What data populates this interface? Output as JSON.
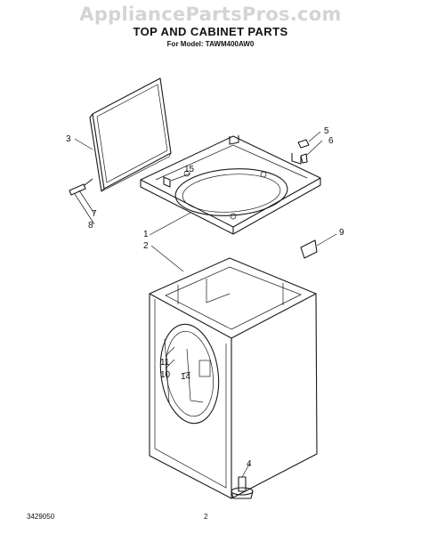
{
  "watermark": "AppliancePartsPros.com",
  "title": "TOP AND CABINET PARTS",
  "subtitle": "For Model: TAWM400AW0",
  "footer": {
    "doc_number": "3429050",
    "page_number": "2"
  },
  "callouts": [
    "1",
    "2",
    "3",
    "4",
    "5",
    "6",
    "7",
    "8",
    "9",
    "10",
    "11",
    "14",
    "15"
  ]
}
